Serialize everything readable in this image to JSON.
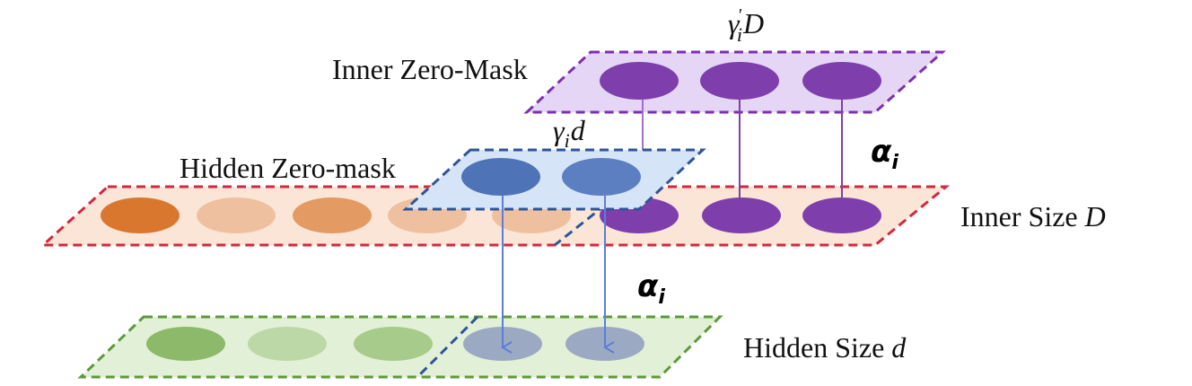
{
  "labels": {
    "inner_zero_mask": "Inner Zero-Mask",
    "hidden_zero_mask": "Hidden Zero-mask",
    "inner_size_text": "Inner Size ",
    "inner_size_var": "D",
    "hidden_size_text": "Hidden Size ",
    "hidden_size_var": "d"
  },
  "math": {
    "gamma_prime_D": {
      "base": "γ",
      "sup": "'",
      "sub": "i",
      "tail": "D"
    },
    "gamma_d": {
      "base": "γ",
      "sub": "i",
      "tail": "d"
    },
    "alpha_top": {
      "base": "α",
      "sub": "i"
    },
    "alpha_bottom": {
      "base": "α",
      "sub": "i"
    }
  },
  "colors": {
    "inner_plane_fill": "#fbe5d6",
    "inner_plane_border": "#d0293f",
    "inner_mask_fill": "#e6d6f5",
    "inner_mask_border": "#7e2fb0",
    "hidden_mask_fill": "#d6e4f7",
    "hidden_mask_border": "#2f5597",
    "hidden_plane_fill": "#e3f0d8",
    "hidden_plane_border": "#5c9a3a",
    "purple_node": "#7e3fad",
    "blue_node": "#4f73b7",
    "blue_arrow": "#5b7fd8",
    "orange_dark": "#d9772f",
    "orange_mid": "#e39a63",
    "orange_light": "#efc0a0",
    "green_dark": "#8db96a",
    "green_light": "#bcd8a7",
    "green_mid": "#a6cb8b",
    "gray_blue": "#9ba9c3"
  }
}
